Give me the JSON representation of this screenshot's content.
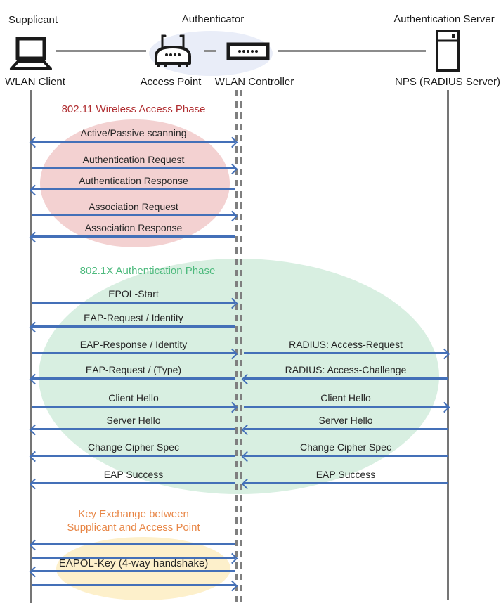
{
  "actors": {
    "supplicant": {
      "role": "Supplicant",
      "device": "WLAN Client"
    },
    "authenticator": {
      "role": "Authenticator",
      "ap": "Access Point",
      "controller": "WLAN Controller"
    },
    "auth_server": {
      "role": "Authentication Server",
      "device": "NPS (RADIUS Server)"
    }
  },
  "phases": {
    "wireless": {
      "title": "802.11 Wireless Access Phase",
      "color": "#b02e31",
      "fill": "#f3d1d1"
    },
    "dot1x": {
      "title": "802.1X Authentication Phase",
      "color": "#4dba7d",
      "fill": "#d8efe1"
    },
    "key_exchange": {
      "title_line1": "Key Exchange between",
      "title_line2": "Supplicant and Access Point",
      "color": "#e88646",
      "fill": "#fdf0cb"
    }
  },
  "messages": {
    "left": [
      {
        "label": "Active/Passive scanning",
        "direction": "both"
      },
      {
        "label": "Authentication Request",
        "direction": "right"
      },
      {
        "label": "Authentication Response",
        "direction": "left"
      },
      {
        "label": "Association Request",
        "direction": "right"
      },
      {
        "label": "Association Response",
        "direction": "left"
      },
      {
        "label": "EPOL-Start",
        "direction": "right"
      },
      {
        "label": "EAP-Request / Identity",
        "direction": "left"
      },
      {
        "label": "EAP-Response / Identity",
        "direction": "right"
      },
      {
        "label": "EAP-Request / (Type)",
        "direction": "left"
      },
      {
        "label": "Client Hello",
        "direction": "right"
      },
      {
        "label": "Server Hello",
        "direction": "left"
      },
      {
        "label": "Change Cipher Spec",
        "direction": "left"
      },
      {
        "label": "EAP Success",
        "direction": "left"
      },
      {
        "label": "",
        "direction": "left"
      },
      {
        "label": "",
        "direction": "right"
      },
      {
        "label": "EAPOL-Key (4-way handshake)",
        "direction": "left"
      },
      {
        "label": "",
        "direction": "right"
      }
    ],
    "right": [
      {
        "label": "RADIUS: Access-Request",
        "direction": "right"
      },
      {
        "label": "RADIUS: Access-Challenge",
        "direction": "left"
      },
      {
        "label": "Client Hello",
        "direction": "right"
      },
      {
        "label": "Server Hello",
        "direction": "left"
      },
      {
        "label": "Change Cipher Spec",
        "direction": "left"
      },
      {
        "label": "EAP Success",
        "direction": "left"
      }
    ]
  },
  "colors": {
    "arrow": "#4470b8",
    "lifeline": "#757575",
    "authenticator_halo": "#e9edf8",
    "message_text": "#262626"
  }
}
